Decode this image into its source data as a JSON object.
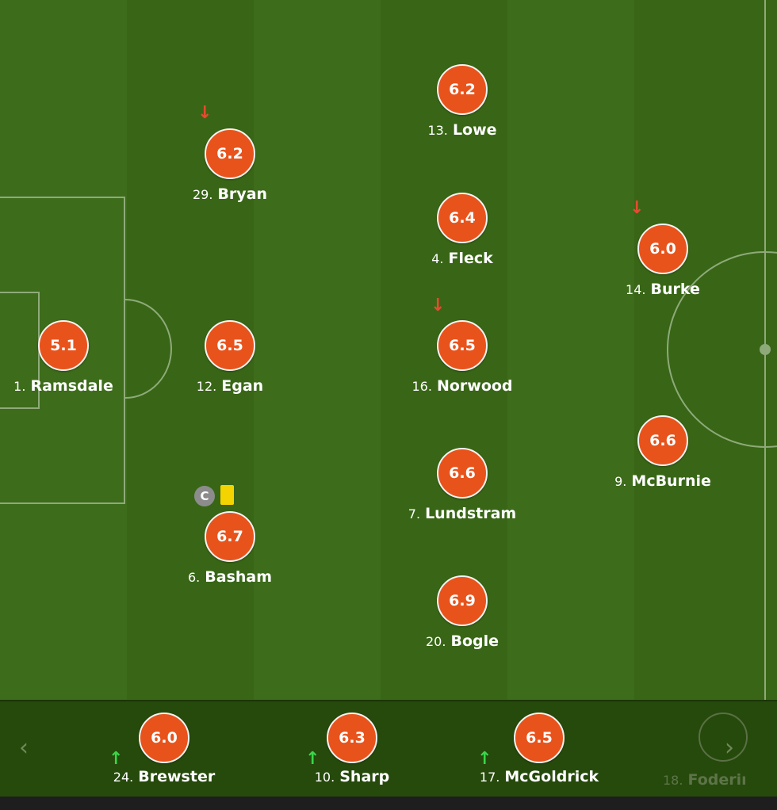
{
  "lineup": [
    {
      "key": "ramsdale",
      "number": "1.",
      "name": "Ramsdale",
      "rating": "5.1"
    },
    {
      "key": "bryan",
      "number": "29.",
      "name": "Bryan",
      "rating": "6.2",
      "subbed_off": true
    },
    {
      "key": "egan",
      "number": "12.",
      "name": "Egan",
      "rating": "6.5"
    },
    {
      "key": "basham",
      "number": "6.",
      "name": "Basham",
      "rating": "6.7",
      "captain_label": "C",
      "yellow_card": true
    },
    {
      "key": "lowe",
      "number": "13.",
      "name": "Lowe",
      "rating": "6.2"
    },
    {
      "key": "fleck",
      "number": "4.",
      "name": "Fleck",
      "rating": "6.4"
    },
    {
      "key": "norwood",
      "number": "16.",
      "name": "Norwood",
      "rating": "6.5",
      "subbed_off": true
    },
    {
      "key": "lundstram",
      "number": "7.",
      "name": "Lundstram",
      "rating": "6.6"
    },
    {
      "key": "bogle",
      "number": "20.",
      "name": "Bogle",
      "rating": "6.9"
    },
    {
      "key": "burke",
      "number": "14.",
      "name": "Burke",
      "rating": "6.0",
      "subbed_off": true
    },
    {
      "key": "mcburnie",
      "number": "9.",
      "name": "McBurnie",
      "rating": "6.6"
    }
  ],
  "bench": [
    {
      "key": "brewster",
      "number": "24.",
      "name": "Brewster",
      "rating": "6.0",
      "subbed_on": true
    },
    {
      "key": "sharp",
      "number": "10.",
      "name": "Sharp",
      "rating": "6.3",
      "subbed_on": true
    },
    {
      "key": "mcgoldrick",
      "number": "17.",
      "name": "McGoldrick",
      "rating": "6.5",
      "subbed_on": true
    },
    {
      "key": "foderingham",
      "number": "18.",
      "name": "Foderir",
      "rating": ""
    }
  ],
  "nav": {
    "prev": "‹",
    "next": "›"
  },
  "icons": {
    "sub_off": "arrow-down-icon",
    "sub_on": "arrow-up-icon",
    "captain": "captain-badge",
    "card": "yellow-card-icon"
  },
  "colors": {
    "rating_bubble": "#e8531c",
    "pitch": "#3b6a1a",
    "bench": "#264a0c",
    "sub_off_arrow": "#e84a2f",
    "sub_on_arrow": "#39d64a",
    "yellow_card": "#f3d400"
  }
}
